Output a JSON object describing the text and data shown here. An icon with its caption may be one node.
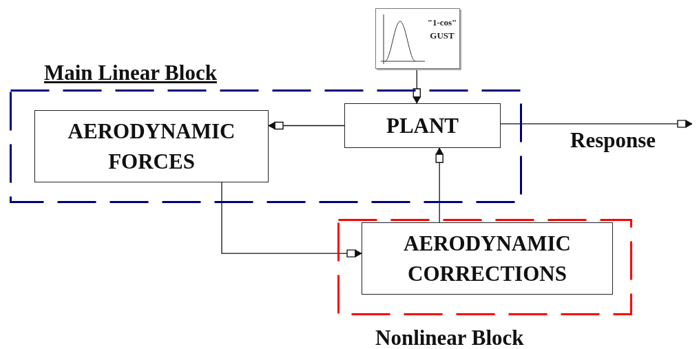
{
  "diagram": {
    "nodes": [
      {
        "text": [
          "Main Linear Block"
        ]
      },
      {
        "text": [
          "AERODYNAMIC FORCES"
        ],
        "in": 0
      },
      {
        "text": [
          "PLANT"
        ],
        "in": 0
      },
      {
        "text": [
          "Nonlinear Block"
        ]
      },
      {
        "text": [
          "AERODYNAMIC CORRECTIONS"
        ],
        "in": 3
      },
      {
        "text": [
          "\"1-cos\" GUST"
        ]
      }
    ],
    "edges": [
      {
        "from": 2,
        "to": 1,
        "arrow": "to"
      },
      {
        "from": 1,
        "to": 4,
        "arrow": "to"
      },
      {
        "from": 4,
        "to": 2,
        "arrow": "to"
      },
      {
        "from": 5,
        "to": 2,
        "arrow": "to"
      },
      {
        "from": 2,
        "to": null,
        "arrow": "to",
        "label": "Response"
      }
    ]
  }
}
